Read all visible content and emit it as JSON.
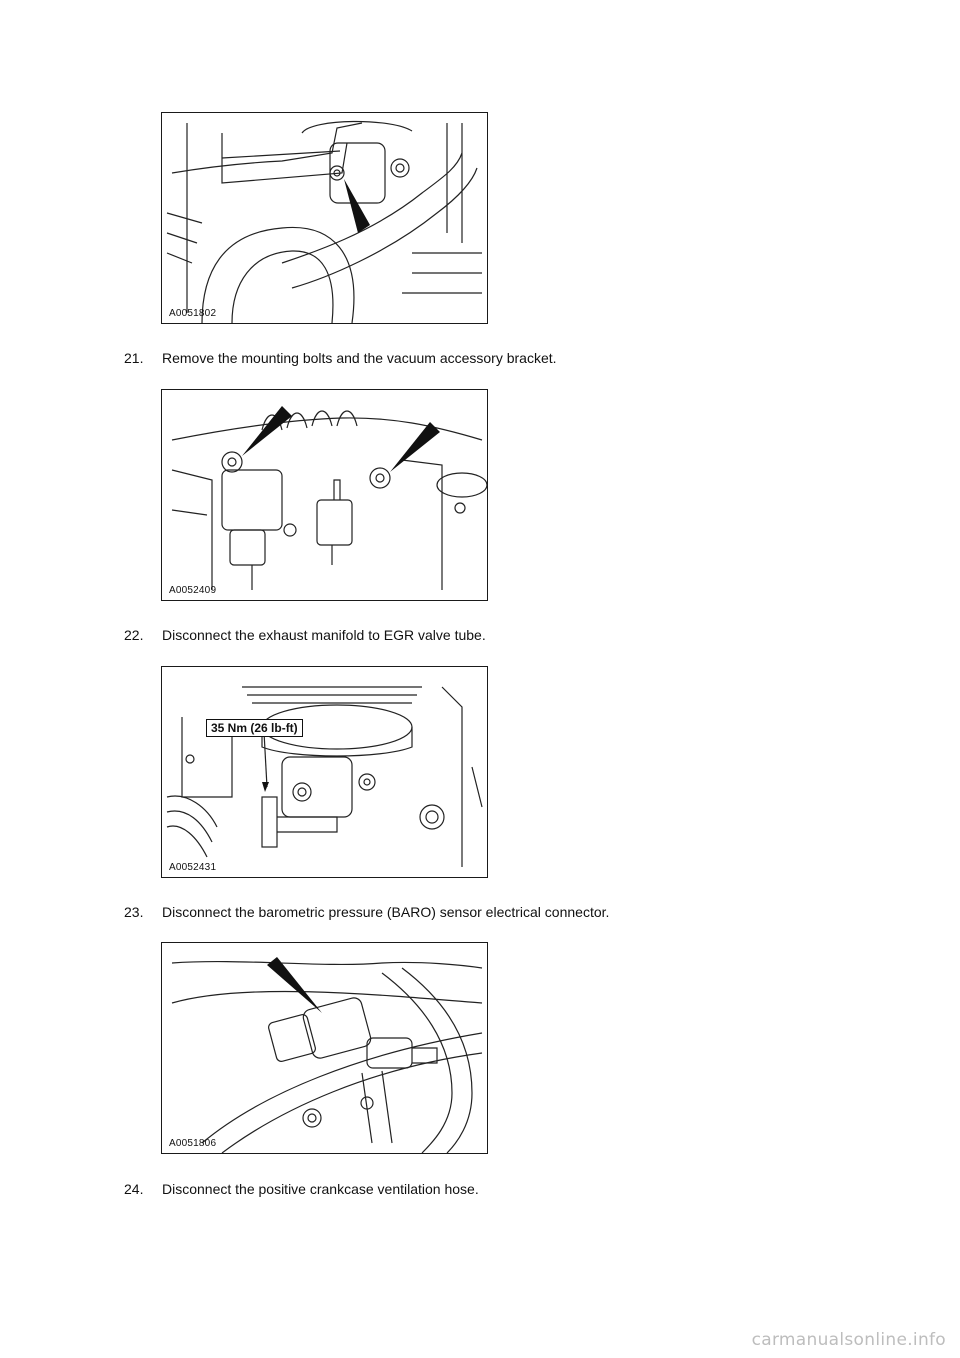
{
  "figures": [
    {
      "code": "A0051802"
    },
    {
      "code": "A0052409"
    },
    {
      "code": "A0052431",
      "callout": "35 Nm (26 lb-ft)"
    },
    {
      "code": "A0051806"
    }
  ],
  "steps": [
    {
      "number": "21.",
      "text": "Remove the mounting bolts and the vacuum accessory bracket."
    },
    {
      "number": "22.",
      "text": "Disconnect the exhaust manifold to EGR valve tube."
    },
    {
      "number": "23.",
      "text": "Disconnect the barometric pressure (BARO) sensor electrical connector."
    },
    {
      "number": "24.",
      "text": "Disconnect the positive crankcase ventilation hose."
    }
  ],
  "footer": {
    "watermark": "carmanualsonline.info"
  }
}
